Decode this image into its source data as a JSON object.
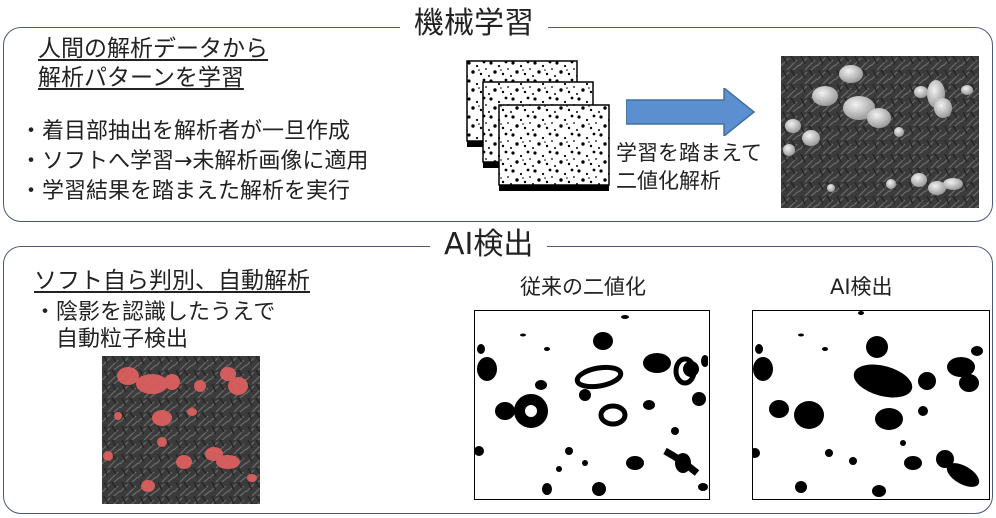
{
  "ml_section": {
    "title": "機械学習",
    "heading_lines": [
      "人間の解析データから",
      "解析パターンを学習"
    ],
    "bullets": [
      "・着目部抽出を解析者が一旦作成",
      "・ソフトへ学習→未解析画像に適用",
      "・学習結果を踏まえた解析を実行"
    ],
    "arrow_caption_lines": [
      "学習を踏まえて",
      "二値化解析"
    ],
    "arrow_color": "#5b8fd0"
  },
  "ai_section": {
    "title": "AI検出",
    "heading": "ソフト自ら判別、自動解析",
    "bullet_lines": [
      "・陰影を認識したうえで",
      "　自動粒子検出"
    ],
    "label_conventional": "従来の二値化",
    "label_ai": "AI検出",
    "highlight_color": "#e06060"
  }
}
